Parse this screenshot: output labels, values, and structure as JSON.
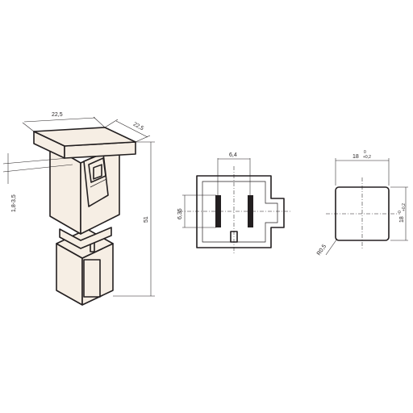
{
  "dimensions": {
    "iso_top_width": "22,5",
    "iso_top_depth": "22,5",
    "iso_panel_range": "1,8-3,5",
    "iso_height": "51",
    "front_pin_spacing": "6,4",
    "front_pin_height": "6,35",
    "cutout_width": "18",
    "cutout_width_tol_upper": "0",
    "cutout_width_tol_lower": "+0,2",
    "cutout_height": "18",
    "cutout_height_tol_upper": "0",
    "cutout_height_tol_lower": "+0,2",
    "cutout_radius": "R0,5"
  },
  "colors": {
    "line": "#231f20",
    "body_fill": "#f6eee4"
  }
}
